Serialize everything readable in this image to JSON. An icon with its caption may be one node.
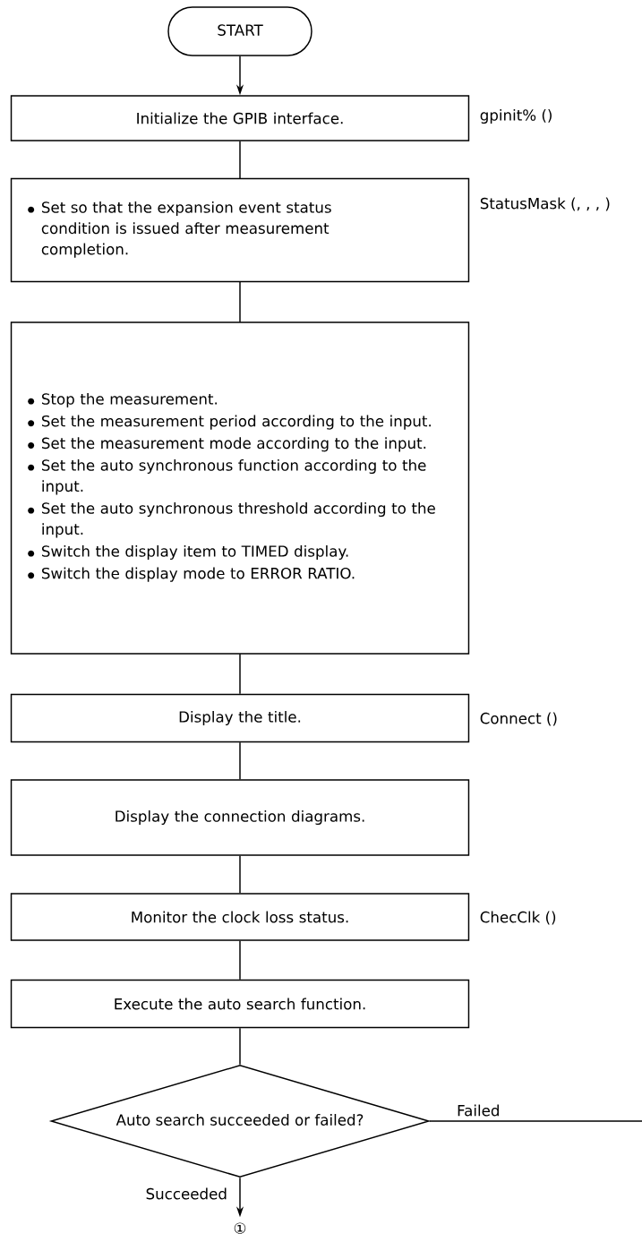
{
  "diagram": {
    "nodes": [
      {
        "text": [
          "START"
        ]
      },
      {
        "text": [
          "Initialize the GPIB interface."
        ],
        "beside": [
          "gpinit% ()"
        ]
      },
      {
        "text": [
          "Set so that the expansion event status condition is issued after measurement completion."
        ],
        "beside": [
          "StatusMask (, , , )"
        ]
      },
      {
        "text": [
          "Stop the measurement.",
          "Set the measurement period according to the input.",
          "Set the measurement mode according to the input.",
          "Set the auto synchronous function according to the input.",
          "Set the auto synchronous threshold according to the input.",
          "Switch the display item to TIMED display.",
          "Switch the display mode to ERROR RATIO."
        ]
      },
      {
        "text": [
          "Display the title."
        ],
        "beside": [
          "Connect ()"
        ]
      },
      {
        "text": [
          "Display the connection diagrams."
        ]
      },
      {
        "text": [
          "Monitor the clock loss status."
        ],
        "beside": [
          "ChecClk ()"
        ]
      },
      {
        "text": [
          "Execute the auto search function."
        ]
      },
      {
        "text": [
          "Auto search succeeded or failed?"
        ]
      },
      {
        "text": [
          "①"
        ]
      }
    ],
    "edges": [
      {
        "from": 0,
        "to": 1,
        "arrow": "to"
      },
      {
        "from": 1,
        "to": 2,
        "arrow": "none"
      },
      {
        "from": 2,
        "to": 3,
        "arrow": "none"
      },
      {
        "from": 3,
        "to": 4,
        "arrow": "none"
      },
      {
        "from": 4,
        "to": 5,
        "arrow": "none"
      },
      {
        "from": 5,
        "to": 6,
        "arrow": "none"
      },
      {
        "from": 6,
        "to": 7,
        "arrow": "none"
      },
      {
        "from": 7,
        "to": 8,
        "arrow": "none"
      },
      {
        "from": 8,
        "to": null,
        "label": "Failed",
        "arrow": "none"
      },
      {
        "from": 8,
        "to": 9,
        "label": "Succeeded",
        "arrow": "to"
      }
    ]
  }
}
